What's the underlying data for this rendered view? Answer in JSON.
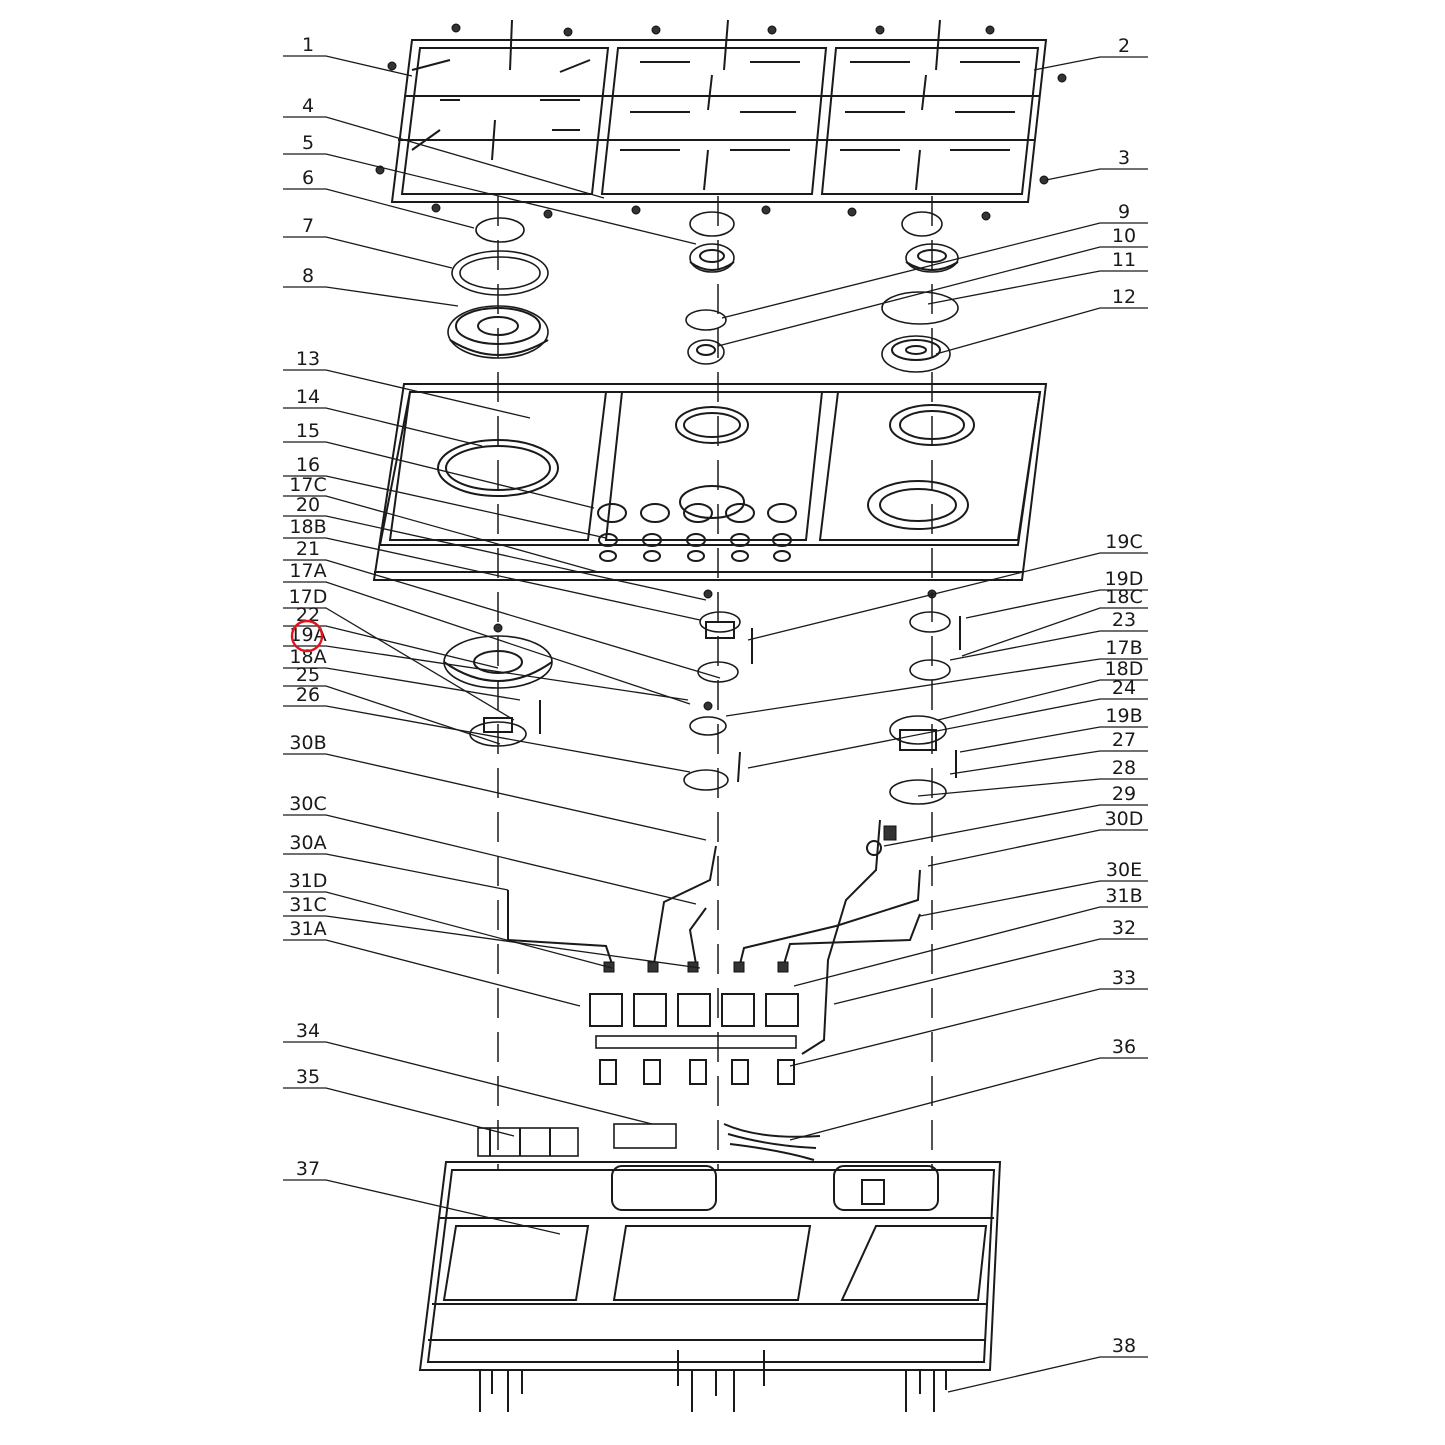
{
  "diagram": {
    "left_labels": [
      {
        "text": "1"
      },
      {
        "text": "4"
      },
      {
        "text": "5"
      },
      {
        "text": "6"
      },
      {
        "text": "7"
      },
      {
        "text": "8"
      },
      {
        "text": "13"
      },
      {
        "text": "14"
      },
      {
        "text": "15"
      },
      {
        "text": "16"
      },
      {
        "text": "17C"
      },
      {
        "text": "20"
      },
      {
        "text": "18B"
      },
      {
        "text": "21"
      },
      {
        "text": "17A"
      },
      {
        "text": "17D"
      },
      {
        "text": "22"
      },
      {
        "text": "19A"
      },
      {
        "text": "18A"
      },
      {
        "text": "25"
      },
      {
        "text": "26"
      },
      {
        "text": "30B"
      },
      {
        "text": "30C"
      },
      {
        "text": "30A"
      },
      {
        "text": "31D"
      },
      {
        "text": "31C"
      },
      {
        "text": "31A"
      },
      {
        "text": "34"
      },
      {
        "text": "35"
      },
      {
        "text": "37"
      }
    ],
    "right_labels": [
      {
        "text": "2"
      },
      {
        "text": "3"
      },
      {
        "text": "9"
      },
      {
        "text": "10"
      },
      {
        "text": "11"
      },
      {
        "text": "12"
      },
      {
        "text": "19C"
      },
      {
        "text": "19D"
      },
      {
        "text": "18C"
      },
      {
        "text": "23"
      },
      {
        "text": "17B"
      },
      {
        "text": "18D"
      },
      {
        "text": "24"
      },
      {
        "text": "19B"
      },
      {
        "text": "27"
      },
      {
        "text": "28"
      },
      {
        "text": "29"
      },
      {
        "text": "30D"
      },
      {
        "text": "30E"
      },
      {
        "text": "31B"
      },
      {
        "text": "32"
      },
      {
        "text": "33"
      },
      {
        "text": "36"
      },
      {
        "text": "38"
      }
    ],
    "highlighted_label": "19A",
    "highlight_color": "#e0141e",
    "line_color": "#1a1a1a"
  }
}
